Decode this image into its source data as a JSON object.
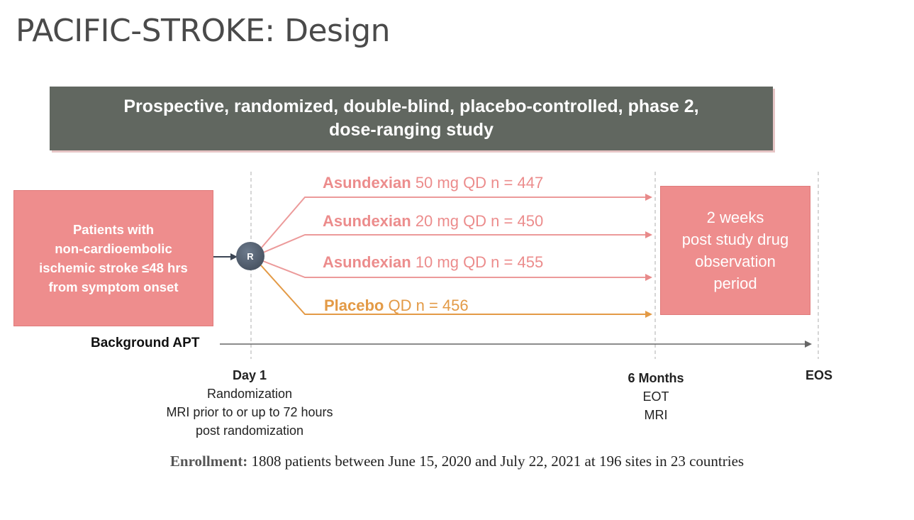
{
  "title": "PACIFIC-STROKE: Design",
  "banner": {
    "line1": "Prospective, randomized, double-blind, placebo-controlled, phase 2,",
    "line2": "dose-ranging study"
  },
  "patients": {
    "lines": [
      "Patients with",
      "non-cardioembolic",
      "ischemic stroke ≤48 hrs",
      "from symptom onset"
    ]
  },
  "randomization_node": "R",
  "arms": [
    {
      "drug": "Asundexian",
      "rest": " 50 mg QD n = 447"
    },
    {
      "drug": "Asundexian",
      "rest": " 20 mg QD n = 450"
    },
    {
      "drug": "Asundexian",
      "rest": " 10 mg QD n = 455"
    },
    {
      "drug": "Placebo",
      "rest": " QD n = 456"
    }
  ],
  "observation": {
    "lines": [
      "2 weeks",
      "post study drug",
      "observation",
      "period"
    ]
  },
  "background": "Background APT",
  "timeline": {
    "day1": {
      "head": "Day 1",
      "lines": [
        "Randomization",
        "MRI prior to or up to 72 hours",
        "post randomization"
      ]
    },
    "month6": {
      "head": "6 Months",
      "lines": [
        "EOT",
        "MRI"
      ]
    },
    "eos": {
      "head": "EOS"
    }
  },
  "enrollment": {
    "label": "Enrollment:",
    "text": " 1808 patients between June 15, 2020 and July 22, 2021 at 196 sites in 23 countries"
  },
  "colors": {
    "banner": "#616760",
    "box": "#ee8d8d",
    "arm_text": "#ec8c8c",
    "placebo": "#e39a46",
    "node": "#4a5566"
  }
}
